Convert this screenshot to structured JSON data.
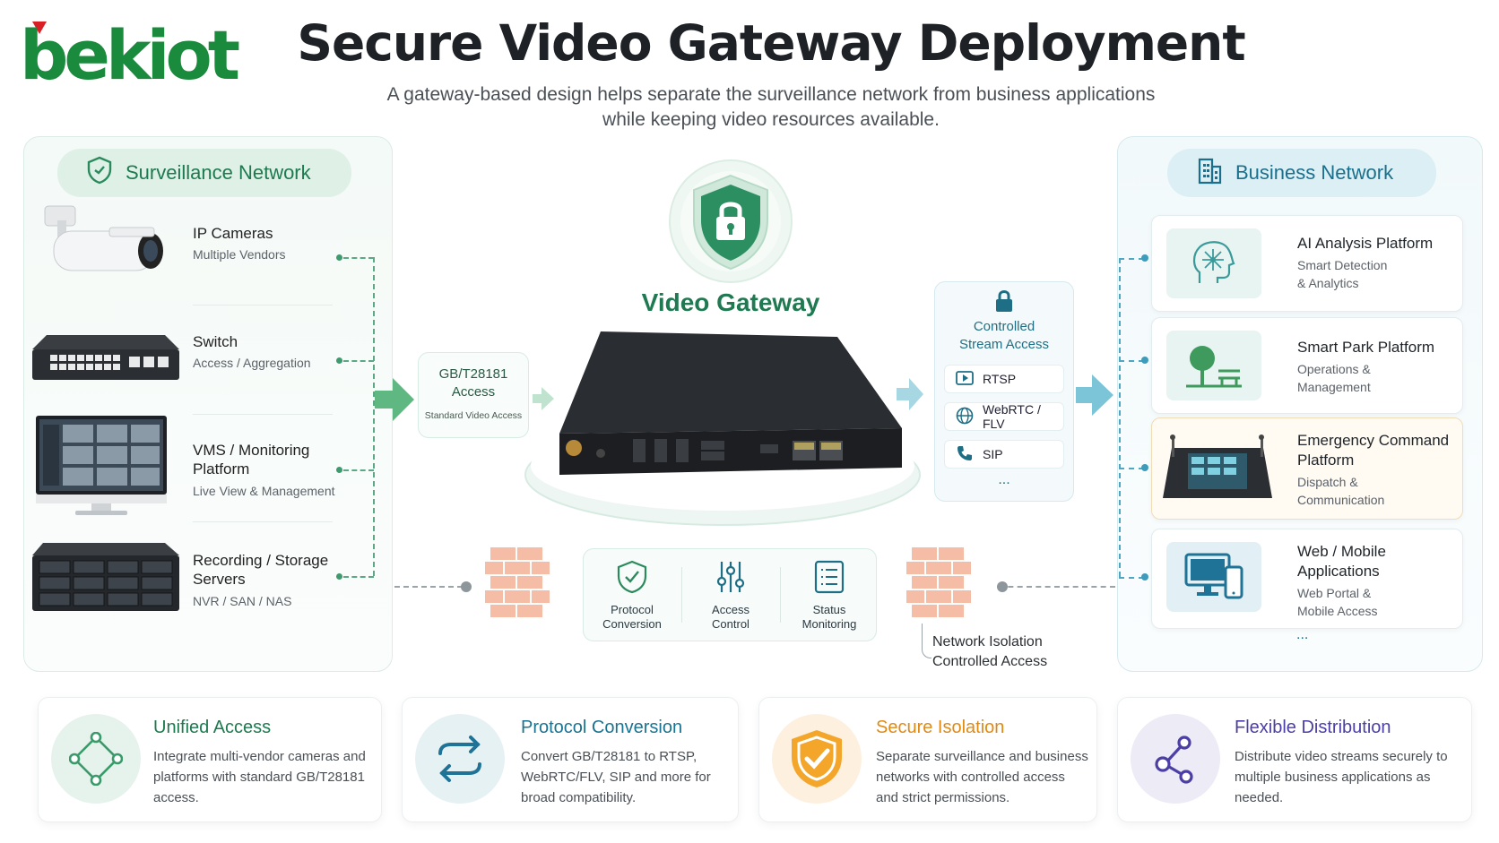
{
  "logo": {
    "text": "bekiot"
  },
  "header": {
    "title": "Secure Video Gateway Deployment",
    "subtitle_line1": "A gateway-based design helps separate the surveillance network from business applications",
    "subtitle_line2": "while keeping video resources available."
  },
  "surveillance": {
    "title": "Surveillance Network",
    "devices": [
      {
        "name": "IP Cameras",
        "sub": "Multiple Vendors"
      },
      {
        "name": "Switch",
        "sub": "Access / Aggregation"
      },
      {
        "name_line1": "VMS / Monitoring",
        "name_line2": "Platform",
        "sub": "Live View & Management"
      },
      {
        "name_line1": "Recording / Storage",
        "name_line2": "Servers",
        "sub": "NVR / SAN / NAS"
      }
    ]
  },
  "gateway": {
    "title": "Video Gateway",
    "input": {
      "line1": "GB/T28181",
      "line2": "Access",
      "sub": "Standard Video Access"
    },
    "stream": {
      "title_line1": "Controlled",
      "title_line2": "Stream Access",
      "protocols": [
        "RTSP",
        "WebRTC / FLV",
        "SIP"
      ],
      "more": "..."
    },
    "features": [
      {
        "line1": "Protocol",
        "line2": "Conversion"
      },
      {
        "line1": "Access",
        "line2": "Control"
      },
      {
        "line1": "Status",
        "line2": "Monitoring"
      }
    ],
    "isolation_line1": "Network Isolation",
    "isolation_line2": "Controlled Access"
  },
  "business": {
    "title": "Business Network",
    "apps": [
      {
        "name_line1": "AI Analysis Platform",
        "sub_line1": "Smart Detection",
        "sub_line2": "& Analytics"
      },
      {
        "name_line1": "Smart Park Platform",
        "sub_line1": "Operations &",
        "sub_line2": "Management"
      },
      {
        "name_line1": "Emergency Command",
        "name_line2": "Platform",
        "sub_line1": "Dispatch &",
        "sub_line2": "Communication"
      },
      {
        "name_line1": "Web / Mobile",
        "name_line2": "Applications",
        "sub_line1": "Web Portal &",
        "sub_line2": "Mobile Access"
      }
    ],
    "more": "..."
  },
  "benefits": [
    {
      "title": "Unified Access",
      "text": "Integrate multi-vendor cameras and platforms with standard GB/T28181 access.",
      "color": "#1d7a4e"
    },
    {
      "title": "Protocol Conversion",
      "text": "Convert GB/T28181 to RTSP, WebRTC/FLV, SIP and more for broad compatibility.",
      "color": "#1a7391"
    },
    {
      "title": "Secure Isolation",
      "text": "Separate surveillance and business networks with controlled access and strict permissions.",
      "color": "#e08a16"
    },
    {
      "title": "Flexible Distribution",
      "text": "Distribute video streams securely to multiple business applications as needed.",
      "color": "#4b3fa6"
    }
  ]
}
